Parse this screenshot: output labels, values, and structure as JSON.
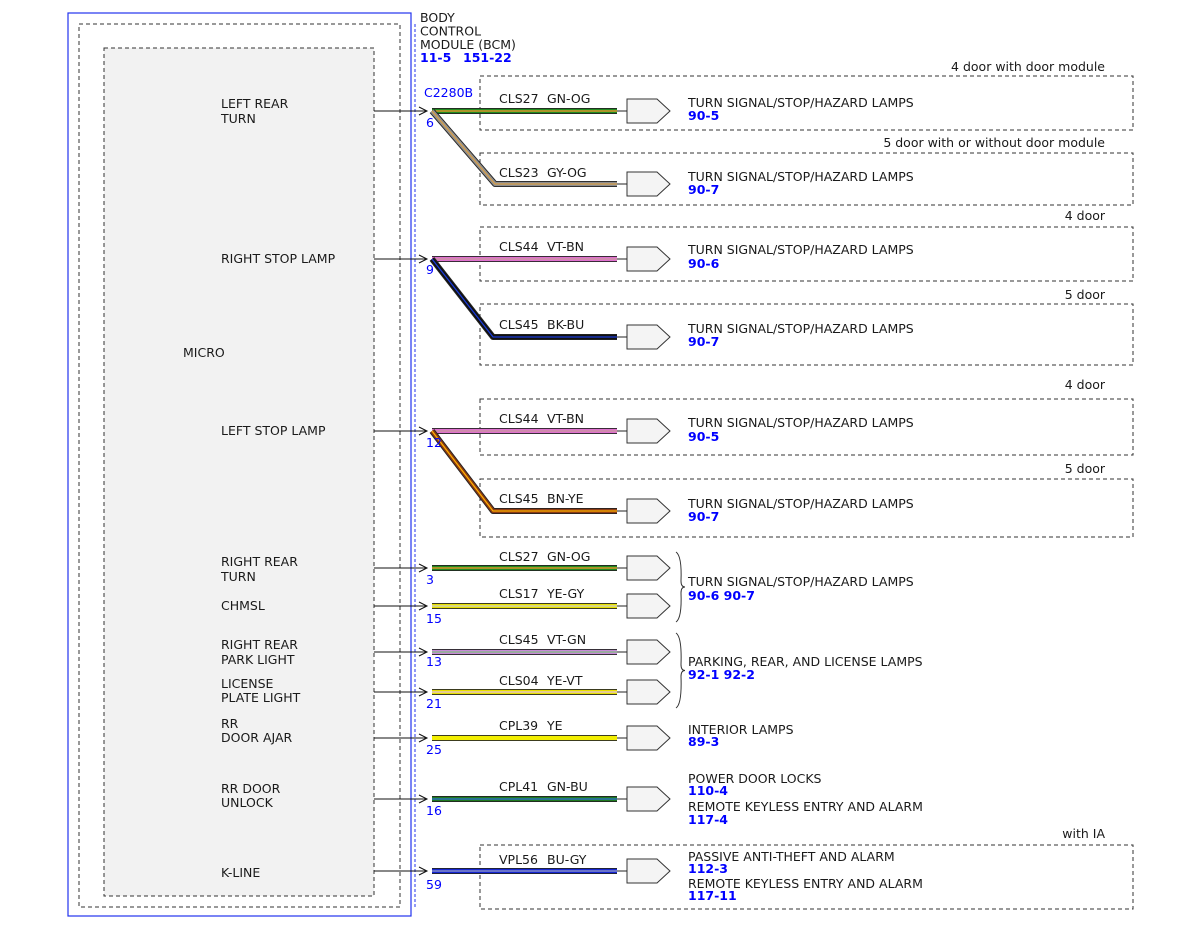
{
  "module": {
    "title_lines": [
      "BODY",
      "CONTROL",
      "MODULE (BCM)"
    ],
    "refs": [
      "11-5",
      "151-22"
    ],
    "connector": "C2280B",
    "micro_label": "MICRO"
  },
  "signals": [
    {
      "id": "left-rear-turn",
      "lines": [
        "LEFT REAR",
        "TURN"
      ],
      "pin": "6"
    },
    {
      "id": "right-stop-lamp",
      "lines": [
        "RIGHT STOP LAMP"
      ],
      "pin": "9"
    },
    {
      "id": "left-stop-lamp",
      "lines": [
        "LEFT STOP LAMP"
      ],
      "pin": "12"
    },
    {
      "id": "right-rear-turn",
      "lines": [
        "RIGHT REAR",
        "TURN"
      ],
      "pin": "3"
    },
    {
      "id": "chmsl",
      "lines": [
        "CHMSL"
      ],
      "pin": "15"
    },
    {
      "id": "right-rear-park-light",
      "lines": [
        "RIGHT REAR",
        "PARK LIGHT"
      ],
      "pin": "13"
    },
    {
      "id": "license-plate-light",
      "lines": [
        "LICENSE",
        "PLATE LIGHT"
      ],
      "pin": "21"
    },
    {
      "id": "rr-door-ajar",
      "lines": [
        "RR",
        "DOOR AJAR"
      ],
      "pin": "25"
    },
    {
      "id": "rr-door-unlock",
      "lines": [
        "RR DOOR",
        "UNLOCK"
      ],
      "pin": "16"
    },
    {
      "id": "k-line",
      "lines": [
        "K-LINE"
      ],
      "pin": "59"
    }
  ],
  "variant_labels": [
    "4 door with door module",
    "5 door with or without door module",
    "4 door",
    "5 door",
    "4 door",
    "5 door",
    "with IA"
  ],
  "wires": [
    {
      "circuit": "CLS27",
      "color_code": "GN-OG",
      "base": "#1f8a1f",
      "stripe": "#ff9a2e"
    },
    {
      "circuit": "CLS23",
      "color_code": "GY-OG",
      "base": "#8e8e8e",
      "stripe": "#d9a04a"
    },
    {
      "circuit": "CLS44",
      "color_code": "VT-BN",
      "base": "#e070d0",
      "stripe": "#c89a9a"
    },
    {
      "circuit": "CLS45",
      "color_code": "BK-BU",
      "base": "#111111",
      "stripe": "#1a3bd6"
    },
    {
      "circuit": "CLS44",
      "color_code": "VT-BN",
      "base": "#e070d0",
      "stripe": "#c89a9a"
    },
    {
      "circuit": "CLS45",
      "color_code": "BN-YE",
      "base": "#8b3a12",
      "stripe": "#ffb000"
    },
    {
      "circuit": "CLS27",
      "color_code": "GN-OG",
      "base": "#1f8a1f",
      "stripe": "#ff9a2e"
    },
    {
      "circuit": "CLS17",
      "color_code": "YE-GY",
      "base": "#e8e000",
      "stripe": "#cfcfcf"
    },
    {
      "circuit": "CLS45",
      "color_code": "VT-GN",
      "base": "#c88ad8",
      "stripe": "#7fbf7f"
    },
    {
      "circuit": "CLS04",
      "color_code": "YE-VT",
      "base": "#e8e000",
      "stripe": "#e6c0e6"
    },
    {
      "circuit": "CPL39",
      "color_code": "YE",
      "base": "#f2ee00",
      "stripe": "#f2ee00"
    },
    {
      "circuit": "CPL41",
      "color_code": "GN-BU",
      "base": "#1f7a1f",
      "stripe": "#2a6fd6"
    },
    {
      "circuit": "VPL56",
      "color_code": "BU-GY",
      "base": "#1525d0",
      "stripe": "#9aa0c8"
    }
  ],
  "destinations": [
    {
      "lines": [
        {
          "t": "TURN SIGNAL/STOP/HAZARD LAMPS"
        },
        {
          "r": "90-5"
        }
      ]
    },
    {
      "lines": [
        {
          "t": "TURN SIGNAL/STOP/HAZARD LAMPS"
        },
        {
          "r": "90-7"
        }
      ]
    },
    {
      "lines": [
        {
          "t": "TURN SIGNAL/STOP/HAZARD LAMPS"
        },
        {
          "r": "90-6"
        }
      ]
    },
    {
      "lines": [
        {
          "t": "TURN SIGNAL/STOP/HAZARD LAMPS"
        },
        {
          "r": "90-7"
        }
      ]
    },
    {
      "lines": [
        {
          "t": "TURN SIGNAL/STOP/HAZARD LAMPS"
        },
        {
          "r": "90-5"
        }
      ]
    },
    {
      "lines": [
        {
          "t": "TURN SIGNAL/STOP/HAZARD LAMPS"
        },
        {
          "r": "90-7"
        }
      ]
    },
    {
      "lines": [
        {
          "t": "TURN SIGNAL/STOP/HAZARD LAMPS"
        },
        {
          "r": "90-6   90-7"
        }
      ]
    },
    {
      "lines": [
        {
          "t": "PARKING, REAR, AND LICENSE LAMPS"
        },
        {
          "r": "92-1   92-2"
        }
      ]
    },
    {
      "lines": [
        {
          "t": "INTERIOR LAMPS"
        },
        {
          "r": "89-3"
        }
      ]
    },
    {
      "lines": [
        {
          "t": "POWER DOOR LOCKS"
        },
        {
          "r": "110-4"
        },
        {
          "t": "REMOTE KEYLESS ENTRY AND ALARM"
        },
        {
          "r": "117-4"
        }
      ]
    },
    {
      "lines": [
        {
          "t": "PASSIVE ANTI-THEFT AND ALARM"
        },
        {
          "r": "112-3"
        },
        {
          "t": "REMOTE KEYLESS ENTRY AND ALARM"
        },
        {
          "r": "117-11"
        }
      ]
    }
  ]
}
